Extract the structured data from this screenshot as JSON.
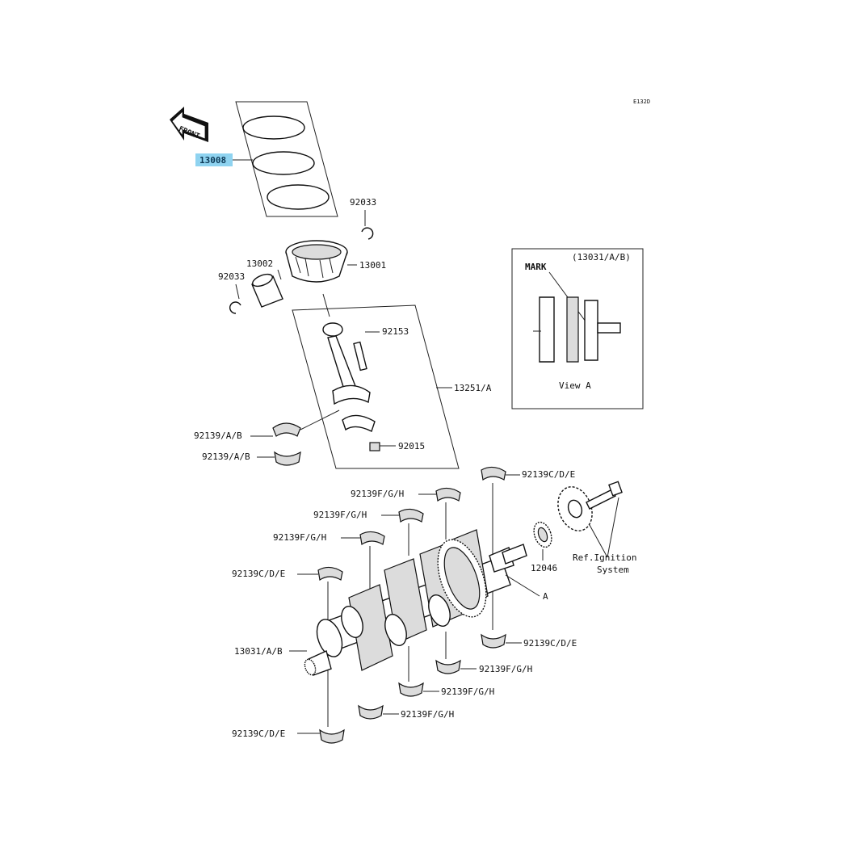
{
  "figure_code": "E132D",
  "front_label": "FRONT",
  "highlight_color": "#8fd3f0",
  "callouts": {
    "piston_rings": "13008",
    "circlip_right": "92033",
    "piston": "13001",
    "piston_pin": "13002",
    "circlip_left": "92033",
    "conrod_bolt": "92153",
    "conrod_assy": "13251/A",
    "conrod_bearing_upper": "92139/A/B",
    "conrod_bearing_lower": "92139/A/B",
    "conrod_nut": "92015",
    "main_bearing_top_right": "92139C/D/E",
    "main_bearing_fgh_1": "92139F/G/H",
    "main_bearing_fgh_2": "92139F/G/H",
    "main_bearing_fgh_3": "92139F/G/H",
    "main_bearing_cde_left_top": "92139C/D/E",
    "gear_12046": "12046",
    "ref_ignition_line1": "Ref.Ignition",
    "ref_ignition_line2": "System",
    "view_a_marker": "A",
    "crankshaft": "13031/A/B",
    "main_bearing_bottom_right_cde": "92139C/D/E",
    "main_bearing_bottom_fgh_1": "92139F/G/H",
    "main_bearing_bottom_fgh_2": "92139F/G/H",
    "main_bearing_bottom_fgh_3": "92139F/G/H",
    "main_bearing_bottom_left_cde": "92139C/D/E"
  },
  "view_a": {
    "part_ref": "(13031/A/B)",
    "mark_label": "MARK",
    "caption": "View A"
  }
}
